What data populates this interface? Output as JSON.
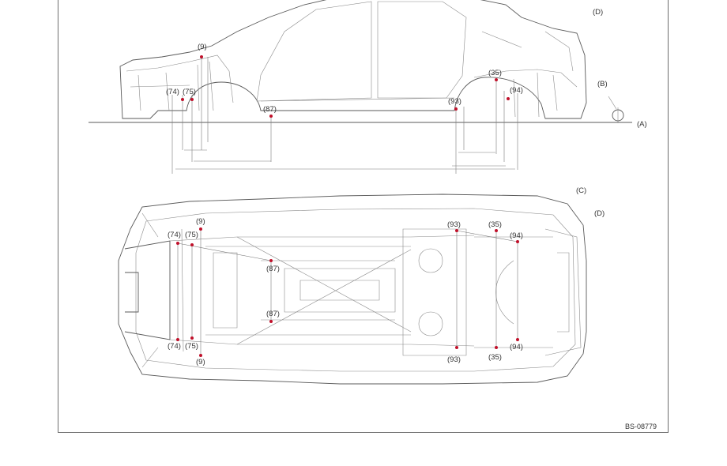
{
  "figure_code": "BS-08779",
  "side_view": {
    "callouts": {
      "b": "(B)",
      "a": "(A)",
      "d": "(D)",
      "p9": "(9)",
      "p74": "(74)",
      "p75": "(75)",
      "p87": "(87)",
      "p93": "(93)",
      "p35": "(35)",
      "p94": "(94)"
    }
  },
  "underbody_view": {
    "callouts": {
      "c": "(C)",
      "d": "(D)",
      "p9_top": "(9)",
      "p74_top": "(74)",
      "p75_top": "(75)",
      "p87_top": "(87)",
      "p87_bottom": "(87)",
      "p74_bottom": "(74)",
      "p75_bottom": "(75)",
      "p9_bottom": "(9)",
      "p93_top": "(93)",
      "p35_top": "(35)",
      "p94_top": "(94)",
      "p93_bottom": "(93)",
      "p35_bottom": "(35)",
      "p94_bottom": "(94)"
    }
  },
  "colors": {
    "point": "#c0102a",
    "line": "#5a5a5a",
    "frame": "#6e6e6e"
  }
}
